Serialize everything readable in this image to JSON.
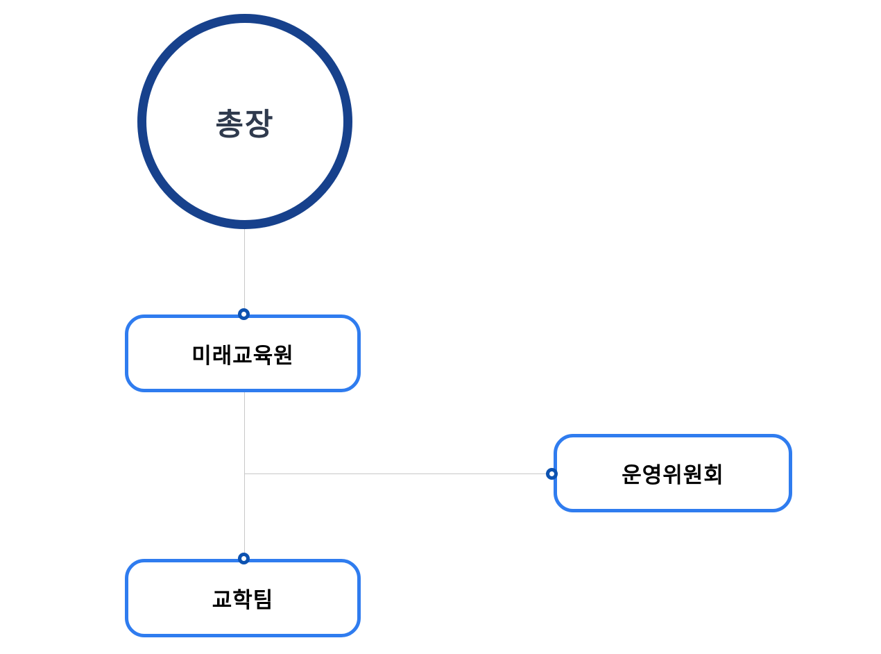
{
  "diagram": {
    "type": "org-chart",
    "background_color": "#ffffff",
    "line_color": "#c8c8c8",
    "connector_dot_color": "#0d52b0",
    "nodes": [
      {
        "id": "president",
        "label": "총장",
        "shape": "circle",
        "border_color": "#17418c",
        "text_color": "#2f3a4d"
      },
      {
        "id": "future-education-institute",
        "label": "미래교육원",
        "shape": "rounded-rect",
        "border_color": "#2f7cef",
        "text_color": "#000000"
      },
      {
        "id": "operating-committee",
        "label": "운영위원회",
        "shape": "rounded-rect",
        "border_color": "#2f7cef",
        "text_color": "#000000"
      },
      {
        "id": "academic-affairs-team",
        "label": "교학팀",
        "shape": "rounded-rect",
        "border_color": "#2f7cef",
        "text_color": "#000000"
      }
    ],
    "edges": [
      {
        "from": "총장",
        "to": "미래교육원"
      },
      {
        "from": "미래교육원",
        "to": "운영위원회"
      },
      {
        "from": "미래교육원",
        "to": "교학팀"
      }
    ]
  }
}
